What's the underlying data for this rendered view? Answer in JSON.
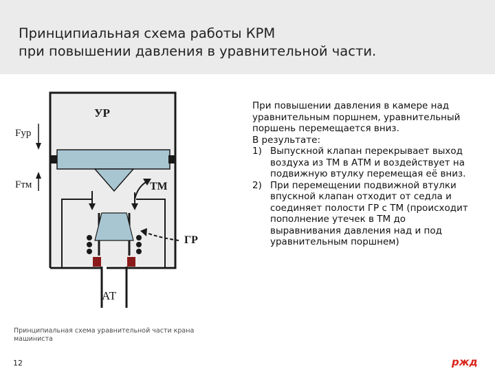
{
  "slide": {
    "title": "Принципиальная схема работы КРМ\nпри повышении давления в уравнительной части.",
    "page_number": "12",
    "logo_text": "ржд"
  },
  "diagram": {
    "labels": {
      "ur": "УР",
      "tm": "ТМ",
      "gr": "ГР",
      "at": "АТ",
      "f_ur": "Fур",
      "f_tm": "Fтм"
    },
    "caption": "Принципиальная схема уравнительной части крана машиниста"
  },
  "text": {
    "intro": "При повышении давления в камере над уравнительным поршнем, уравнительный поршень перемещается вниз.",
    "result_label": "В результате:",
    "items": [
      {
        "num": "1)",
        "text": "Выпускной клапан перекрывает выход воздуха из ТМ в АТМ и воздействует на подвижную втулку перемещая её вниз."
      },
      {
        "num": "2)",
        "text": "При перемещении подвижной втулки впускной клапан отходит от седла и соединяет полости ГР с ТМ (происходит пополнение утечек в ТМ до выравнивания давления над и под уравнительным поршнем)"
      }
    ]
  },
  "colors": {
    "header_bg": "#ebebeb",
    "diagram_fill": "#ececec",
    "piston": "#a8c6d2",
    "seat": "#8b1a1a",
    "logo_red": "#d9261c"
  }
}
